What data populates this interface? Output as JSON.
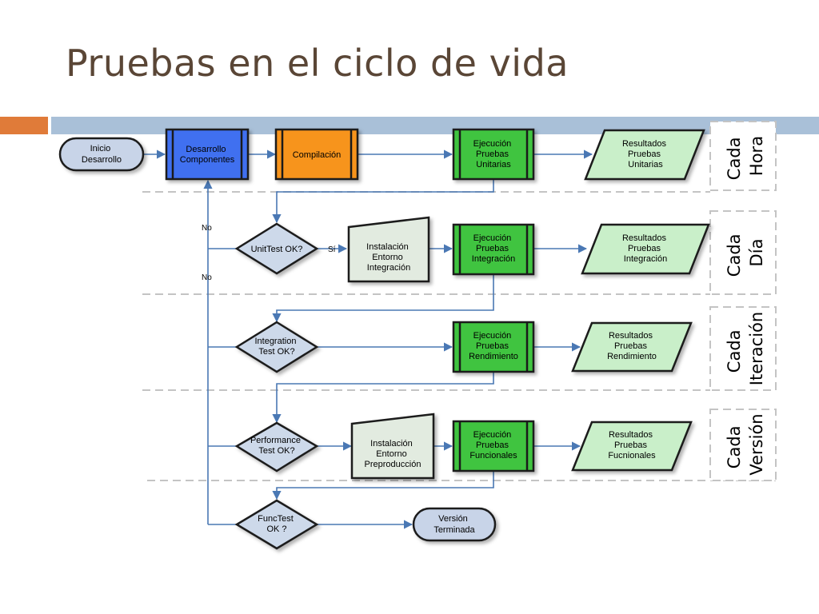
{
  "title": "Pruebas en el ciclo de vida",
  "colors": {
    "title": "#5a4636",
    "accent_orange": "#e07b39",
    "accent_blue": "#a9c0d8",
    "connector": "#4a78b4",
    "desarrollo_fill": "#3f6ff0",
    "compilacion_fill": "#f7941d",
    "ejecucion_fill": "#3fc43f",
    "resultados_fill": "#c9efc9",
    "decision_fill": "#cdd9ea",
    "terminal_fill": "#c8d4e8",
    "instalacion_fill": "#e2ebe0"
  },
  "nodes": {
    "inicio": [
      "Inicio",
      "Desarrollo"
    ],
    "desarrollo": [
      "Desarrollo",
      "Componentes"
    ],
    "compilacion": [
      "Compilación"
    ],
    "ejec_unitarias": [
      "Ejecución",
      "Pruebas",
      "Unitarias"
    ],
    "res_unitarias": [
      "Resultados",
      "Pruebas",
      "Unitarias"
    ],
    "unittest_ok": [
      "UnitTest OK?"
    ],
    "inst_integracion": [
      "Instalación",
      "Entorno",
      "Integración"
    ],
    "ejec_integracion": [
      "Ejecución",
      "Pruebas",
      "Integración"
    ],
    "res_integracion": [
      "Resultados",
      "Pruebas",
      "Integración"
    ],
    "integration_ok": [
      "Integration",
      "Test OK?"
    ],
    "ejec_rendimiento": [
      "Ejecución",
      "Pruebas",
      "Rendimiento"
    ],
    "res_rendimiento": [
      "Resultados",
      "Pruebas",
      "Rendimiento"
    ],
    "performance_ok": [
      "Performance",
      "Test OK?"
    ],
    "inst_preproduccion": [
      "Instalación",
      "Entorno",
      "Preproducción"
    ],
    "ejec_funcionales": [
      "Ejecución",
      "Pruebas",
      "Funcionales"
    ],
    "res_funcionales": [
      "Resultados",
      "Pruebas",
      "Fucnionales"
    ],
    "functest_ok": [
      "FuncTest",
      "OK ?"
    ],
    "version_terminada": [
      "Versión",
      "Terminada"
    ]
  },
  "edge_labels": {
    "no_1": "No",
    "no_2": "No",
    "si": "Sí"
  },
  "lanes": [
    [
      "Cada",
      "Hora"
    ],
    [
      "Cada",
      "Día"
    ],
    [
      "Cada",
      "Iteración"
    ],
    [
      "Cada",
      "Versión"
    ]
  ]
}
